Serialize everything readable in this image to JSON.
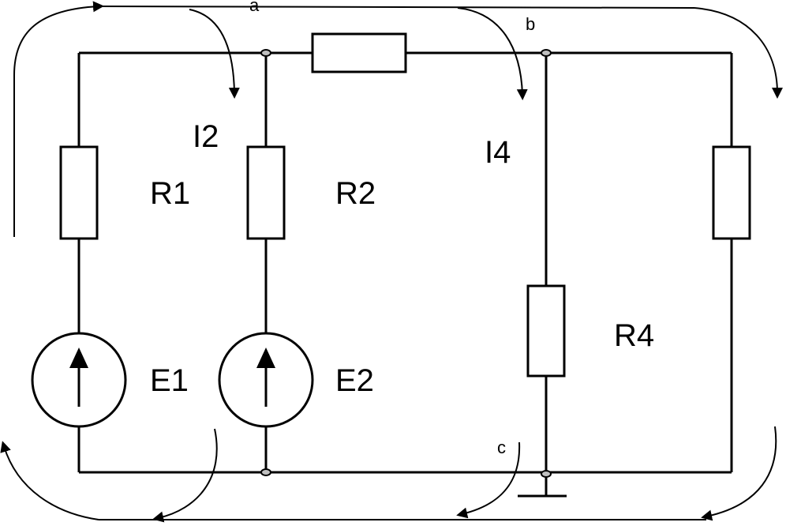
{
  "labels": {
    "node_a": "a",
    "node_b": "b",
    "node_c": "c",
    "r1": "R1",
    "r2": "R2",
    "r4": "R4",
    "e1": "E1",
    "e2": "E2",
    "i2": "I2",
    "i4": "I4"
  },
  "colors": {
    "stroke": "#000000",
    "background": "#ffffff",
    "node_fill": "#c0c0c0"
  }
}
